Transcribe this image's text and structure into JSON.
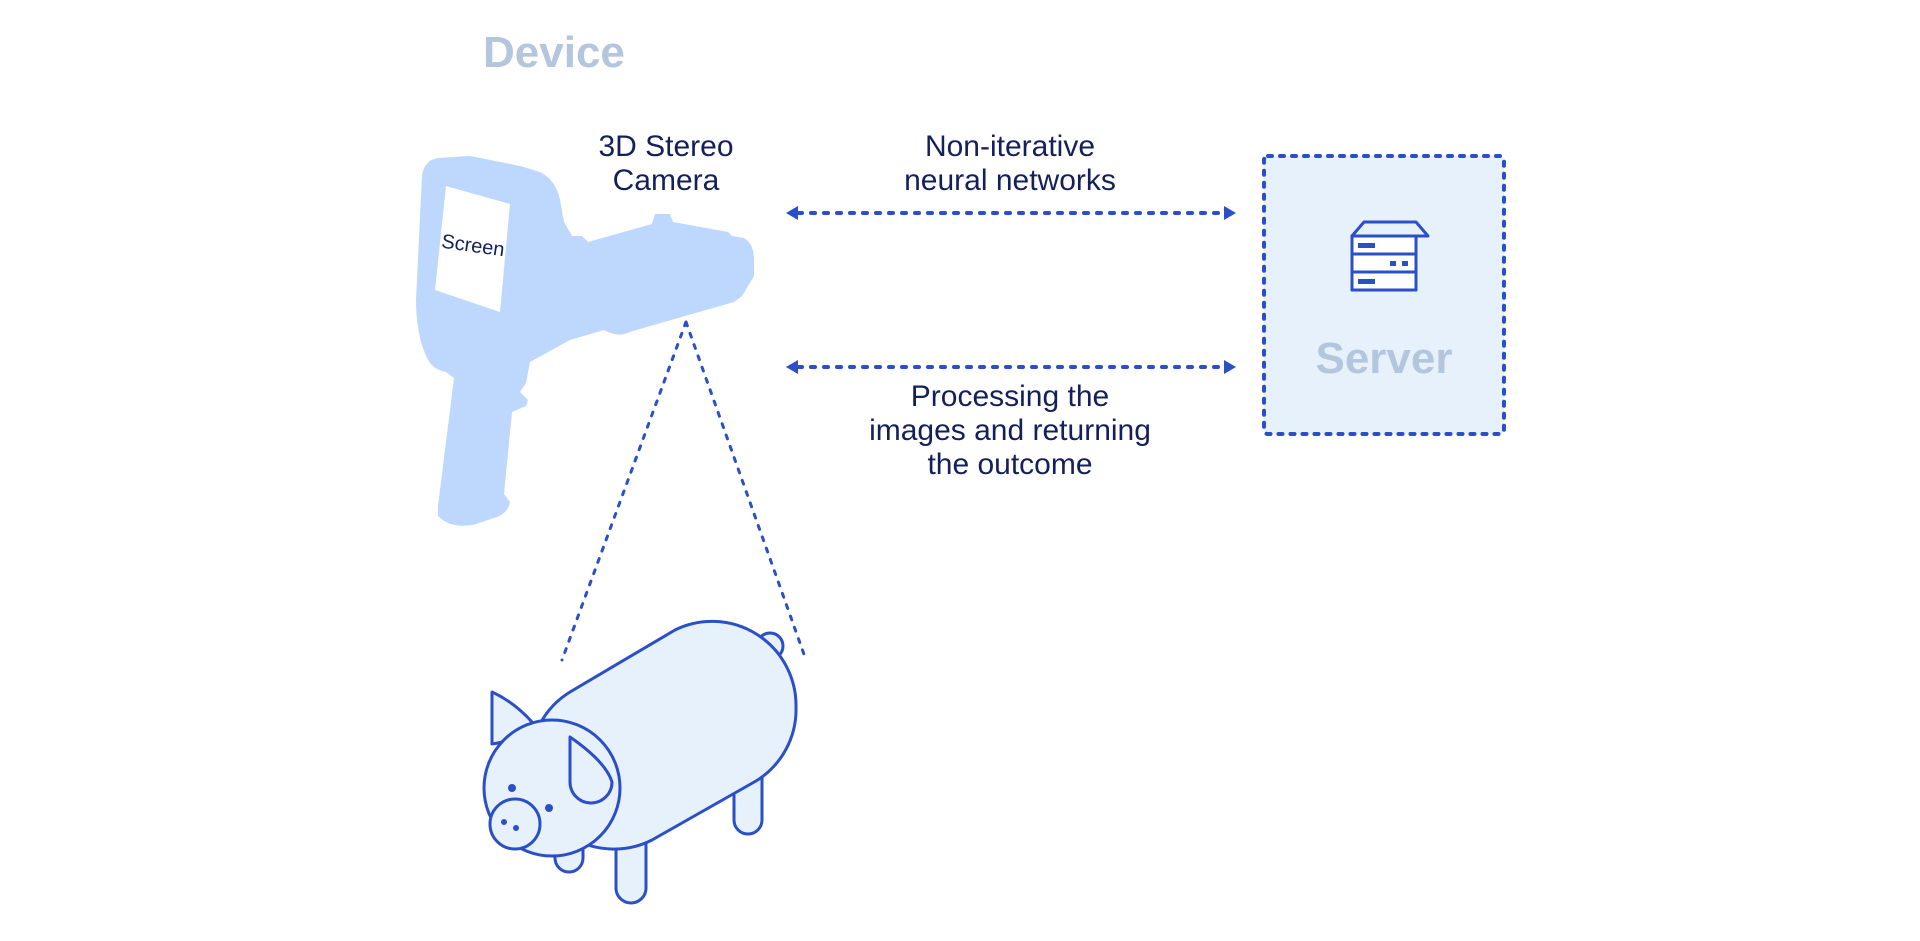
{
  "device": {
    "title": "Device",
    "screen_label": "Screen",
    "camera_label": [
      "3D Stereo",
      "Camera"
    ]
  },
  "server": {
    "title": "Server",
    "icon": "server-rack-icon"
  },
  "connections": {
    "top_label": [
      "Non-iterative",
      "neural networks"
    ],
    "bottom_label": [
      "Processing the",
      "images and returning",
      "the outcome"
    ]
  },
  "subject": {
    "icon": "pig-icon"
  },
  "colors": {
    "device_fill": "#bdd7fd",
    "line_blue": "#2a4fc7",
    "light_fill": "#e7f1fb",
    "heading_gray": "#b4c6dd",
    "text_navy": "#14205a"
  }
}
